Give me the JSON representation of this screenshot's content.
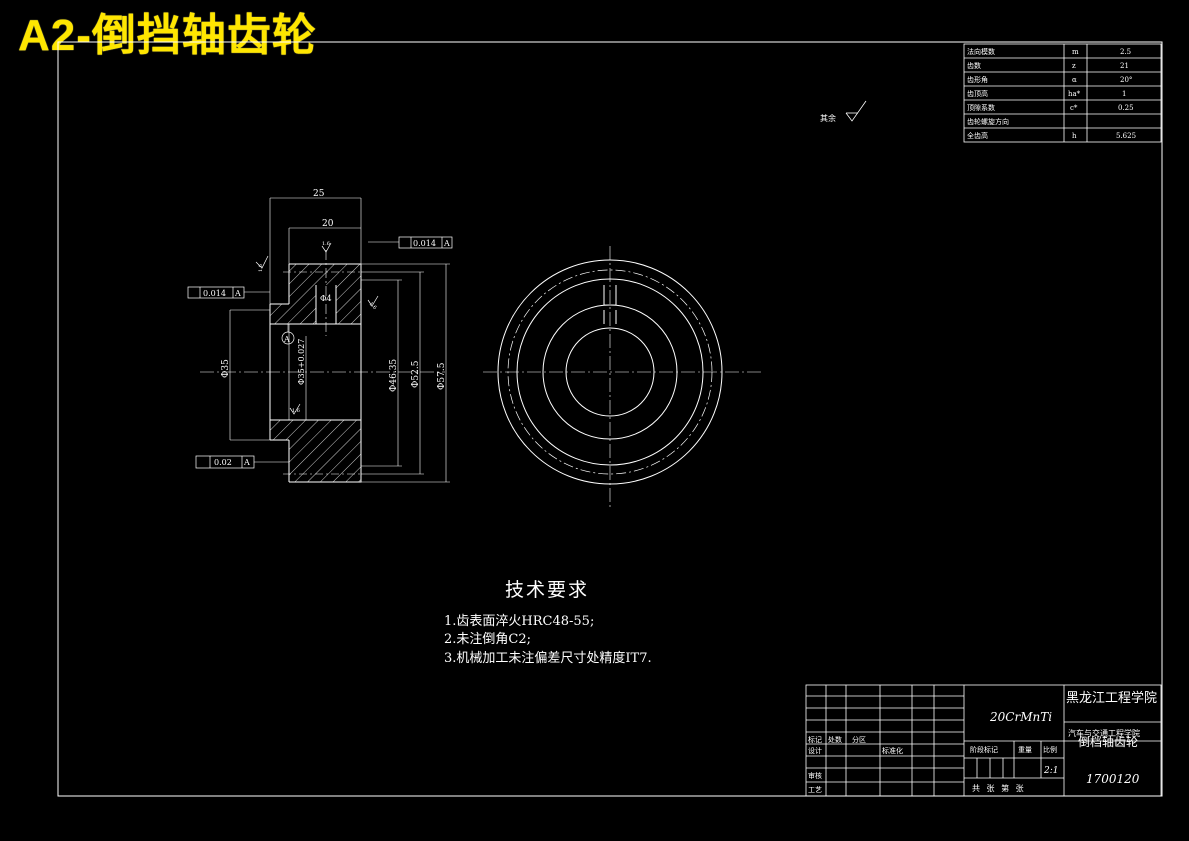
{
  "banner": "A2-倒挡轴齿轮",
  "params_table": [
    {
      "name": "法向模数",
      "sym": "m",
      "val": "2.5"
    },
    {
      "name": "齿数",
      "sym": "z",
      "val": "21"
    },
    {
      "name": "齿形角",
      "sym": "α",
      "val": "20°"
    },
    {
      "name": "齿顶高",
      "sym": "ha*",
      "val": "1"
    },
    {
      "name": "顶隙系数",
      "sym": "c*",
      "val": "0.25"
    },
    {
      "name": "齿轮螺旋方向",
      "sym": "",
      "val": ""
    },
    {
      "name": "全齿高",
      "sym": "h",
      "val": "5.625"
    }
  ],
  "qiyu_label": "其余",
  "dims": {
    "d25": "25",
    "d20": "20",
    "tol_top": "0.014",
    "tol_top_datum": "A",
    "tol_left": "0.014",
    "tol_left_datum": "A",
    "tol_bottom": "0.02",
    "tol_bottom_datum": "A",
    "phi4": "Φ4",
    "datum_a": "A",
    "phi35": "Φ35",
    "phi35b": "Φ35+0.027",
    "phi46": "Φ46.35",
    "phi52": "Φ52.5",
    "phi57": "Φ57.5",
    "r16a": "1.6",
    "r16b": "1.6",
    "r16c": "1.6",
    "r16d": "1.6"
  },
  "tech": {
    "title": "技术要求",
    "items": [
      "1.齿表面淬火HRC48-55;",
      "2.未注倒角C2;",
      "3.机械加工未注偏差尺寸处精度IT7."
    ]
  },
  "title_block": {
    "material": "20CrMnTi",
    "school": "黑龙江工程学院",
    "dept": "汽车与交通工程学院",
    "part_name": "倒档轴齿轮",
    "drawing_no": "1700120",
    "stage_mark": "阶段标记",
    "weight": "重量",
    "scale_label": "比例",
    "scale": "2:1",
    "sheet": "共 张 第 张",
    "labels": {
      "mark": "标记",
      "count": "处数",
      "zone": "分区",
      "designer": "设计",
      "std": "标准化",
      "review": "审核",
      "craft": "工艺"
    }
  }
}
